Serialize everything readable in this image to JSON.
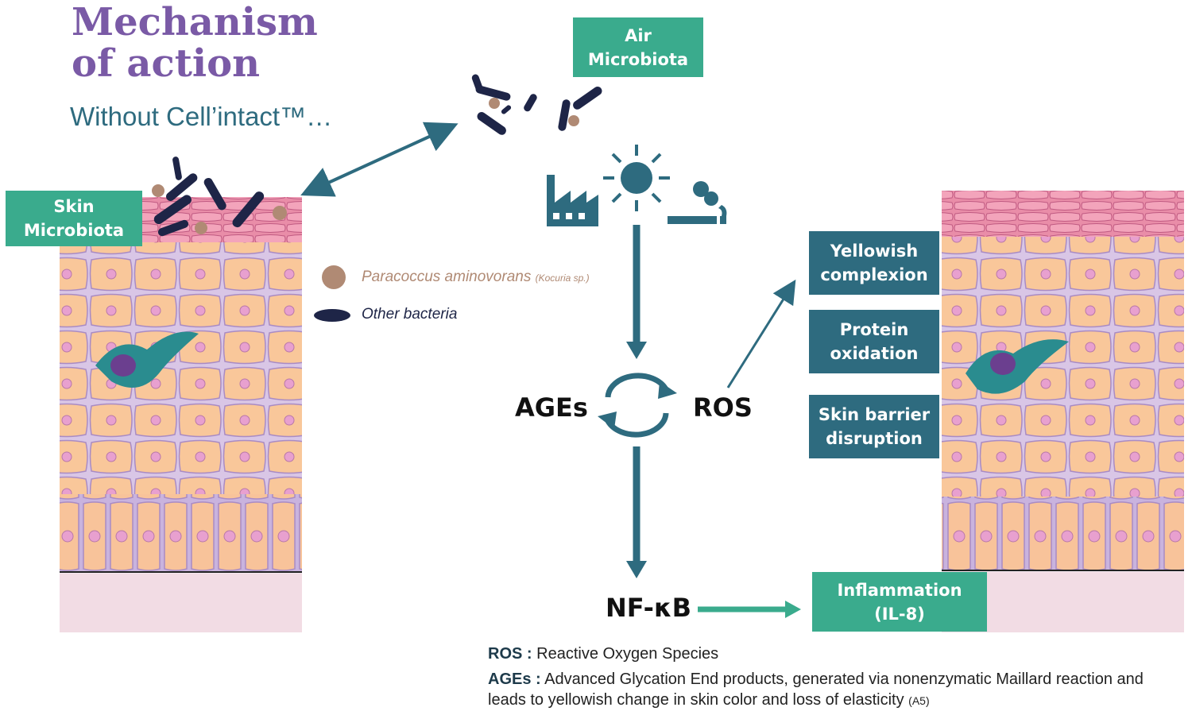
{
  "title": {
    "line1": "Mechanism",
    "line2": "of action"
  },
  "subtitle": "Without Cell’intact™…",
  "boxes": {
    "air_microbiota": "Air\nMicrobiota",
    "skin_microbiota": "Skin\nMicrobiota",
    "yellowish": "Yellowish\ncomplexion",
    "protein": "Protein\noxidation",
    "barrier": "Skin barrier\ndisruption",
    "inflammation": "Inflammation\n(IL-8)"
  },
  "legend": {
    "paracoccus": "Paracoccus aminovorans",
    "kocuria": "(Kocuria sp.)",
    "other": "Other bacteria"
  },
  "cycle": {
    "ages": "AGEs",
    "ros": "ROS"
  },
  "nfkb": "NF-κB",
  "footnotes": {
    "ros_term": "ROS :",
    "ros_def": "Reactive Oxygen Species",
    "ages_term": "AGEs :",
    "ages_def_line1": "Advanced Glycation End products, generated via nonenzymatic Maillard reaction and",
    "ages_def_line2": "leads to yellowish change in skin color and loss of elasticity",
    "ages_ref": "(A5)"
  },
  "colors": {
    "purple": "#7a5aa6",
    "teal": "#2e6b7f",
    "green": "#3aab8d",
    "bacteria_dark": "#1e2547",
    "bacteria_brown": "#b08a74"
  }
}
